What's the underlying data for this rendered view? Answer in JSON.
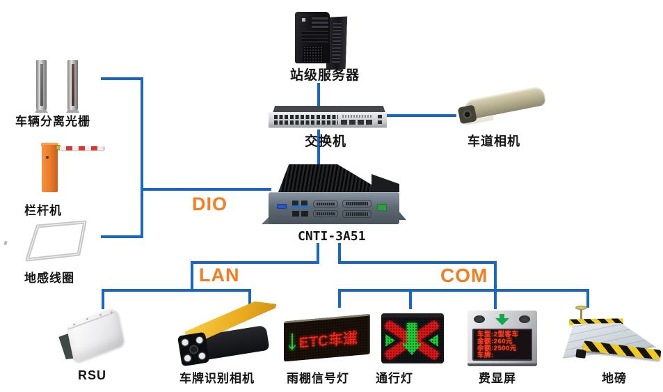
{
  "colors": {
    "line": "#1668C4",
    "accent": "#F57C1F"
  },
  "buses": {
    "dio": "DIO",
    "lan": "LAN",
    "com": "COM"
  },
  "nodes": {
    "grating": {
      "label": "车辆分离光栅"
    },
    "barrier": {
      "label": "栏杆机"
    },
    "loop": {
      "label": "地感线圈"
    },
    "server": {
      "label": "站级服务器"
    },
    "switch": {
      "label": "交换机"
    },
    "lane_camera": {
      "label": "车道相机"
    },
    "controller": {
      "label": "CNTI-3A51"
    },
    "rsu": {
      "label": "RSU"
    },
    "plate_camera": {
      "label": "车牌识别相机"
    },
    "canopy_light": {
      "label": "雨棚信号灯",
      "screen": {
        "arrow_glyph": "↓",
        "text": "ETC车道"
      }
    },
    "pass_light": {
      "label": "通行灯"
    },
    "fee_display": {
      "label": "费显屏",
      "screen_lines": [
        "车型:2型客车",
        "金额:260元",
        "余额:2500元",
        "车牌:"
      ]
    },
    "weighbridge": {
      "label": "地磅"
    }
  }
}
